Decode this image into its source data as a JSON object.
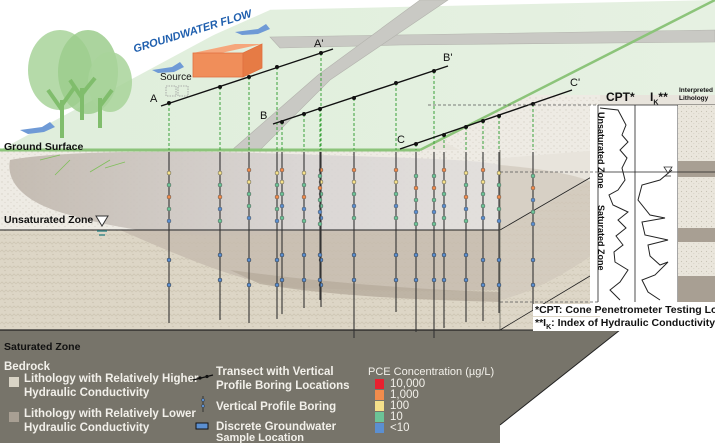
{
  "title_arrow": "GROUNDWATER FLOW",
  "labels": {
    "source": "Source",
    "ground_surface": "Ground Surface",
    "unsaturated_zone": "Unsaturated Zone",
    "saturated_zone": "Saturated Zone"
  },
  "transects": [
    {
      "start": "A",
      "end": "A'"
    },
    {
      "start": "B",
      "end": "B'"
    },
    {
      "start": "C",
      "end": "C'"
    }
  ],
  "log_panel": {
    "cpt_header": "CPT*",
    "ik_header_main": "I",
    "ik_header_sub": "K",
    "ik_header_stars": "**",
    "lithology_header": "Interpreted Lithology",
    "unsaturated_label": "Unsaturated Zone",
    "saturated_label": "Saturated Zone",
    "footnote_1": "*CPT:  Cone Penetrometer Testing Log",
    "footnote_2_prefix": "**I",
    "footnote_2_sub": "K",
    "footnote_2_suffix": ":  Index of Hydraulic Conductivity"
  },
  "legend": {
    "bedrock": "Bedrock",
    "items_left": [
      {
        "line1": "Lithology with Relatively Higher",
        "line2": "Hydraulic Conductivity",
        "swatch": "#d9d4c6"
      },
      {
        "line1": "Lithology with Relatively Lower",
        "line2": "Hydraulic Conductivity",
        "swatch": "#a89f93"
      }
    ],
    "items_right": [
      {
        "line1": "Transect with Vertical",
        "line2": "Profile Boring Locations",
        "icon": "transect-icon"
      },
      {
        "line1": "Vertical Profile Boring",
        "line2": "",
        "icon": "boring-icon"
      },
      {
        "line1": "Discrete Groundwater",
        "line2": "Sample Location",
        "icon": "sample-icon"
      }
    ]
  },
  "pce": {
    "title": "PCE Concentration (µg/L)",
    "levels": [
      {
        "label": "10,000",
        "color": "#e8202f"
      },
      {
        "label": "1,000",
        "color": "#f28c4c"
      },
      {
        "label": "100",
        "color": "#f5e08a"
      },
      {
        "label": "10",
        "color": "#6cc497"
      },
      {
        "label": "<10",
        "color": "#5b8fd1"
      }
    ]
  },
  "colors": {
    "ground_green": "#dcebd4",
    "ground_edge": "#8cc47a",
    "road": "#c9c9c4",
    "source_box": "#f08e5a",
    "flow_arrow": "#6f9ad6",
    "bedrock": "#77746a",
    "saturated_sand": "#ddd5c4",
    "plume": "#c9c4bf",
    "title_blue": "#1f5fae"
  }
}
